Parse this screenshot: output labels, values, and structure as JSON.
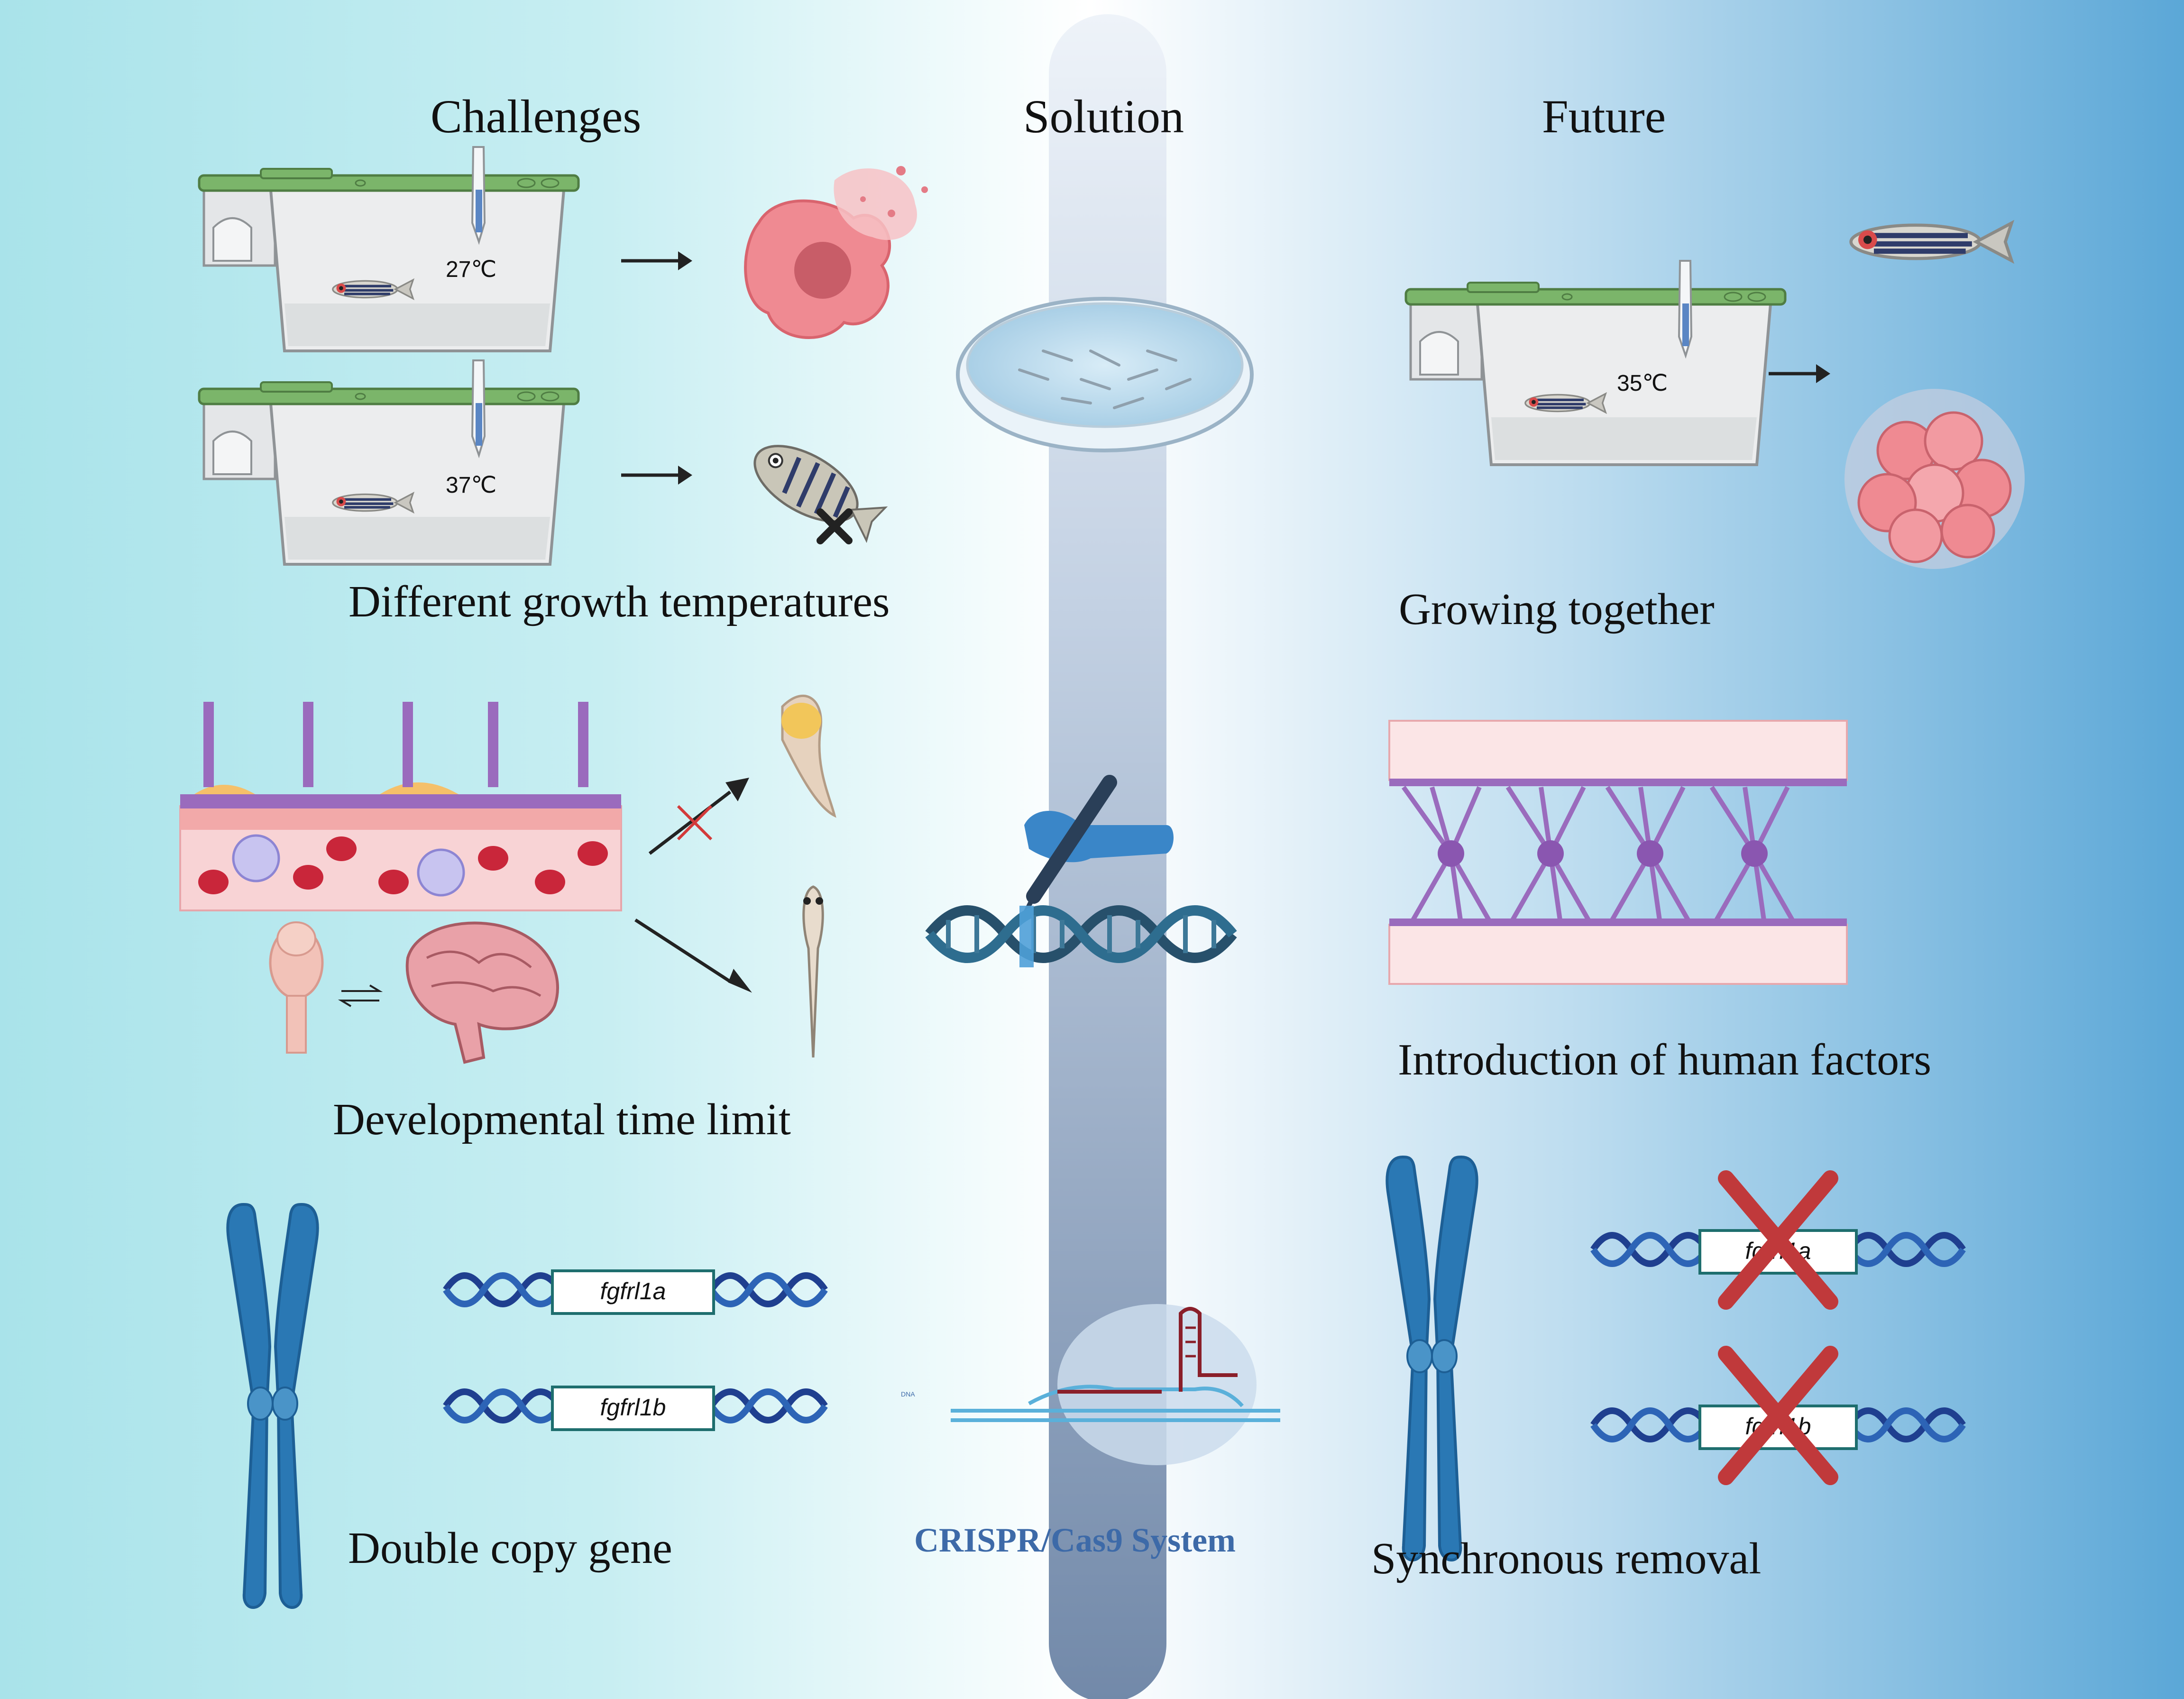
{
  "headers": {
    "challenges": "Challenges",
    "solution": "Solution",
    "future": "Future"
  },
  "temperatures": {
    "tank1": "27℃",
    "tank2": "37℃",
    "tank_future": "35℃"
  },
  "captions": {
    "growth": "Different growth temperatures",
    "developmental": "Developmental time limit",
    "double_copy": "Double copy gene",
    "growing_together": "Growing together",
    "human_factors": "Introduction of human factors",
    "synchronous_removal": "Synchronous removal"
  },
  "genes": {
    "gene_a": "fgfrl1a",
    "gene_b": "fgfrl1b"
  },
  "crispr": {
    "label": "CRISPR/Cas9 System",
    "dna_tag": "DNA"
  },
  "colors": {
    "teal_bg": "#a8e4ea",
    "blue_bg": "#5aa6d6",
    "tank_lid": "#7bb56a",
    "dna_blue": "#1f3f8f",
    "chromosome": "#2a78b4",
    "tumor_pink": "#f08a92",
    "neuron_purple": "#9a6bbd",
    "cross_red": "#c0393b"
  }
}
